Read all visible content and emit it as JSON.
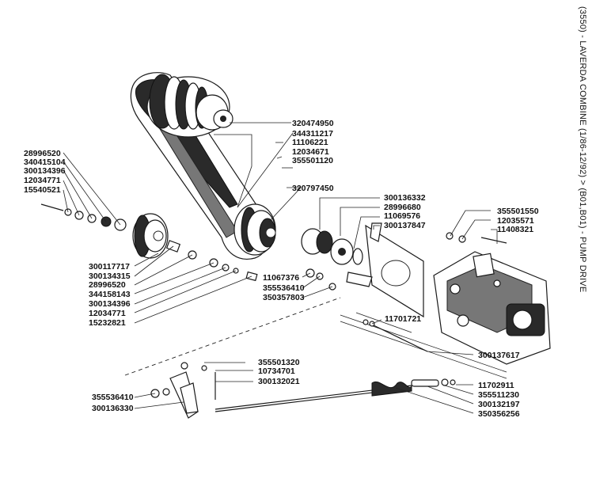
{
  "title": "(3550) - LAVERDA COMBINE (1/86-12/92) > (B01,B01) - PUMP DRIVE",
  "part_numbers": {
    "p320474950": "320474950",
    "p344311217": "344311217",
    "p11106221": "11106221",
    "p12034671": "12034671",
    "p355501120": "355501120",
    "p320797450": "320797450",
    "p300136332": "300136332",
    "p28996680": "28996680",
    "p11069576": "11069576",
    "p300137847": "300137847",
    "p355501550": "355501550",
    "p12035571": "12035571",
    "p11408321": "11408321",
    "p28996520a": "28996520",
    "p340415104": "340415104",
    "p300134396a": "300134396",
    "p12034771a": "12034771",
    "p15540521": "15540521",
    "p300117717": "300117717",
    "p300134315": "300134315",
    "p28996520b": "28996520",
    "p344158143": "344158143",
    "p300134396b": "300134396",
    "p12034771b": "12034771",
    "p15232821": "15232821",
    "p11067376": "11067376",
    "p355536410a": "355536410",
    "p350357803": "350357803",
    "p11701721": "11701721",
    "p300137617": "300137617",
    "p355501320": "355501320",
    "p10734701": "10734701",
    "p300132021": "300132021",
    "p355536410b": "355536410",
    "p300136330": "300136330",
    "p11702911": "11702911",
    "p355511230": "355511230",
    "p300132197": "300132197",
    "p350356256": "350356256"
  }
}
